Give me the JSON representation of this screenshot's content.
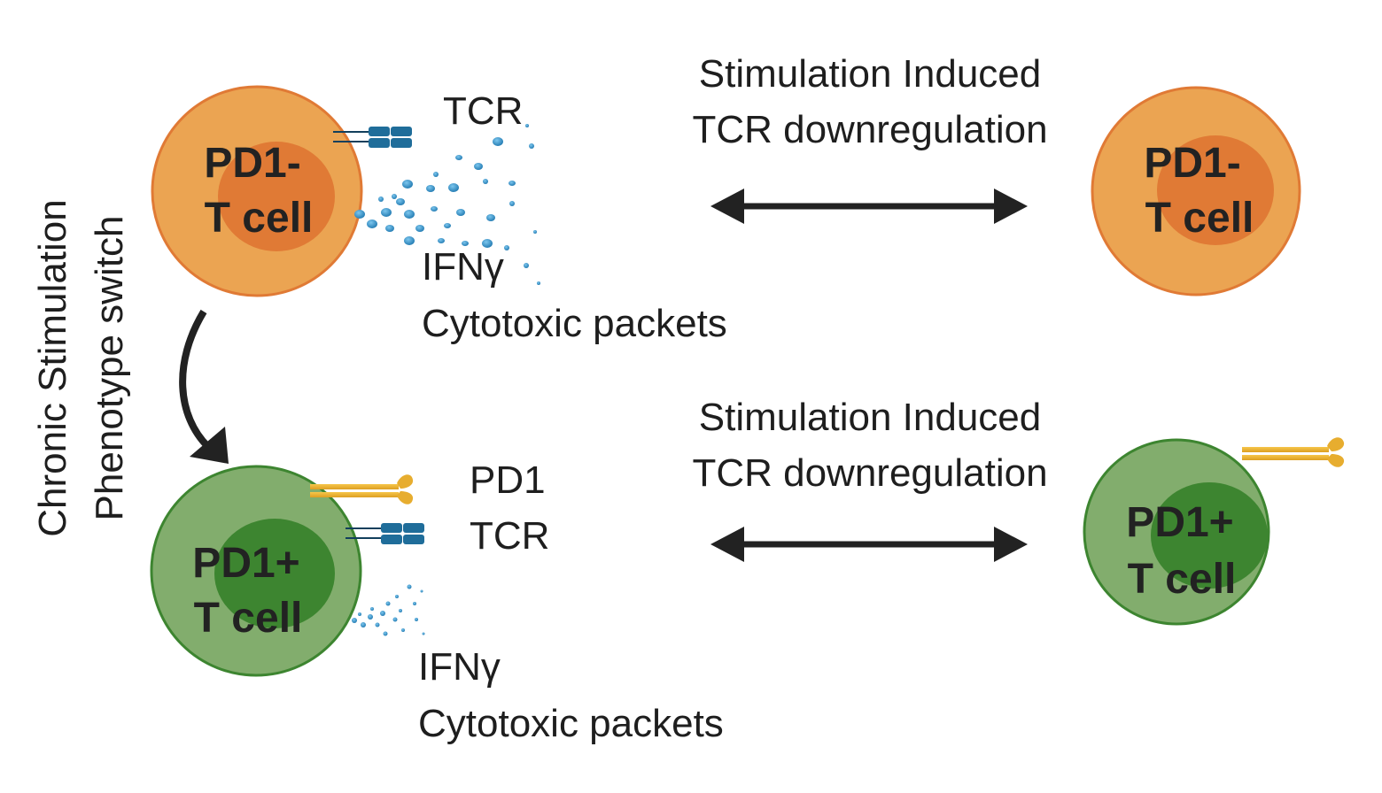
{
  "side_label": {
    "line1": "Chronic Stimulation",
    "line2": "Phenotype switch"
  },
  "top_row": {
    "left_cell": {
      "line1": "PD1-",
      "line2": "T cell",
      "state": "PD1-negative",
      "color_outer": "#eba452",
      "color_inner": "#e07a35",
      "stroke": "#e07a35"
    },
    "receptor_label": "TCR",
    "secretion_labels": [
      "IFNγ",
      "Cytotoxic packets"
    ],
    "arrow_label": {
      "line1": "Stimulation Induced",
      "line2": "TCR downregulation"
    },
    "right_cell": {
      "line1": "PD1-",
      "line2": "T cell",
      "color_outer": "#eba452",
      "color_inner": "#e07a35"
    }
  },
  "bottom_row": {
    "left_cell": {
      "line1": "PD1+",
      "line2": "T cell",
      "state": "PD1-positive",
      "color_outer": "#82ad6d",
      "color_inner": "#3d8530",
      "stroke": "#3d8530"
    },
    "receptor_labels": [
      "PD1",
      "TCR"
    ],
    "secretion_labels": [
      "IFNγ",
      "Cytotoxic packets"
    ],
    "arrow_label": {
      "line1": "Stimulation Induced",
      "line2": "TCR downregulation"
    },
    "right_cell": {
      "line1": "PD1+",
      "line2": "T cell",
      "color_outer": "#82ad6d",
      "color_inner": "#3d8530"
    }
  },
  "colors": {
    "tcr": "#1f6d9a",
    "pd1": "#e7ad2f",
    "droplet": "#2a8cc2",
    "arrow": "#222222"
  }
}
